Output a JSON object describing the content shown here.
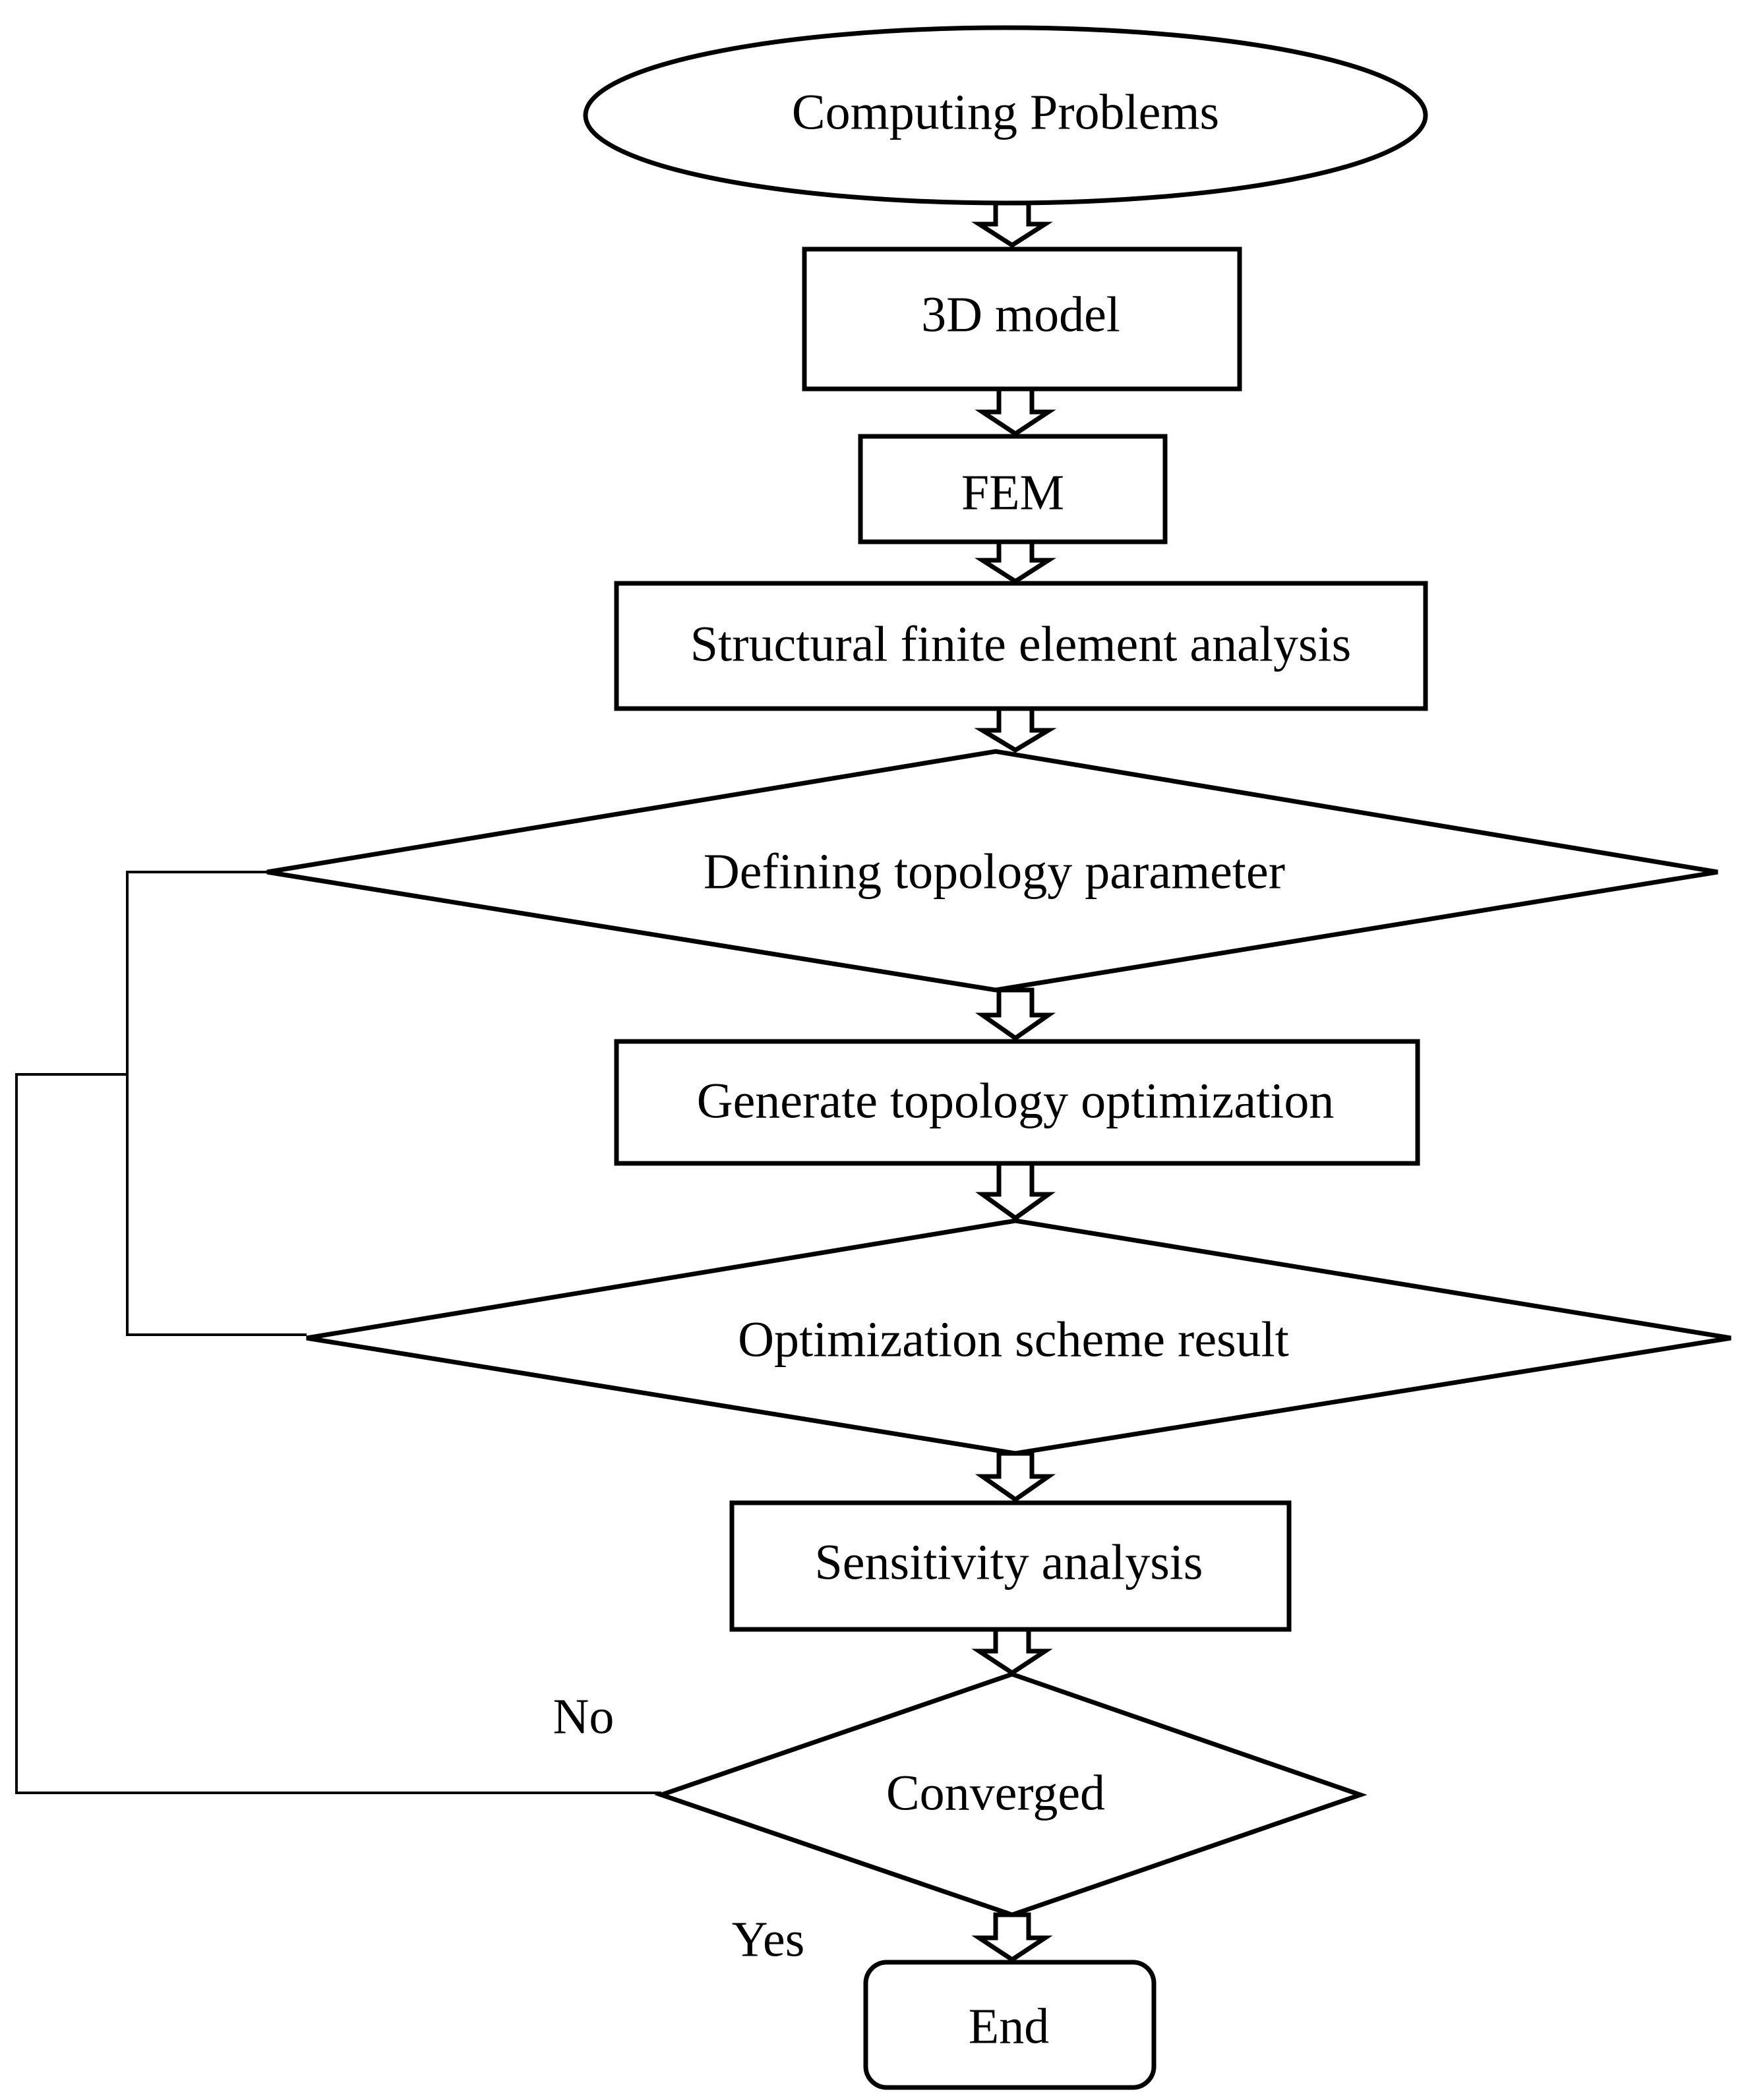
{
  "nodes": {
    "start": "Computing Problems",
    "model": "3D model",
    "fem": "FEM",
    "structural": "Structural finite element analysis",
    "defining": "Defining topology parameter",
    "generate": "Generate topology optimization",
    "scheme": "Optimization scheme result",
    "sensitivity": "Sensitivity analysis",
    "converged": "Converged",
    "end": "End"
  },
  "branches": {
    "no": "No",
    "yes": "Yes"
  }
}
